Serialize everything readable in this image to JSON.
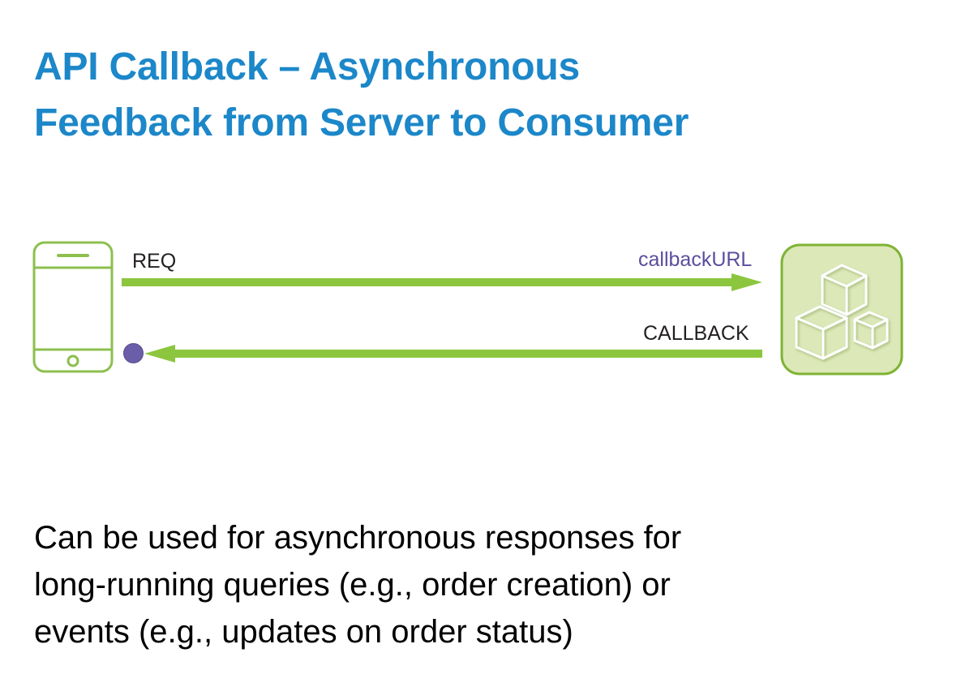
{
  "slide": {
    "title": "API Callback – Asynchronous\nFeedback from Server to Consumer",
    "body_text": "Can be used for asynchronous responses for\nlong-running queries (e.g., order creation) or\nevents (e.g., updates on order status)"
  },
  "diagram": {
    "consumer": {
      "icon_name": "smartphone-icon",
      "label": ""
    },
    "provider": {
      "icon_name": "server-cubes-icon",
      "label": ""
    },
    "callback_endpoint": {
      "icon_name": "callback-endpoint-dot"
    },
    "flows": [
      {
        "id": "request",
        "label": "REQ",
        "annotation": "callbackURL",
        "direction": "consumer-to-provider"
      },
      {
        "id": "callback",
        "label": "CALLBACK",
        "annotation": "",
        "direction": "provider-to-consumer"
      }
    ]
  },
  "colors": {
    "title_blue": "#1C87C9",
    "arrow_green": "#8CC63E",
    "device_green": "#8CBF4D",
    "server_fill": "#DCE8B8",
    "server_border": "#7FB335",
    "callback_purple": "#6B5EA8",
    "callbackurl_text": "#5B4E9E",
    "body_black": "#000000",
    "background": "#FFFFFF"
  }
}
